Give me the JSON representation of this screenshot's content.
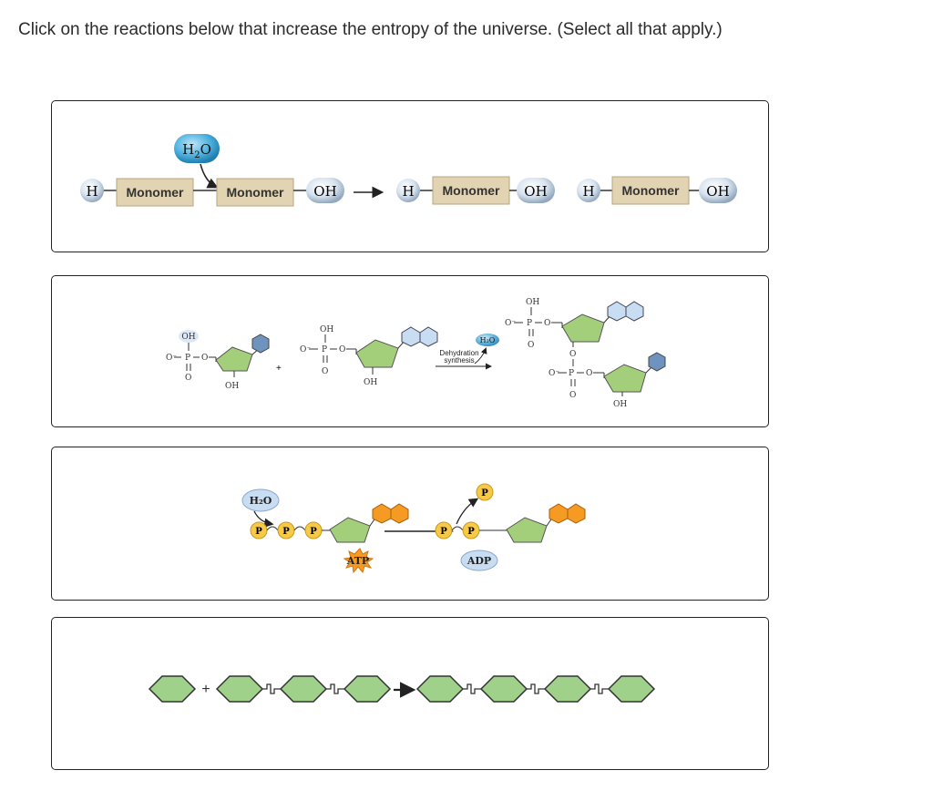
{
  "question": "Click on the reactions below that increase the entropy of the universe. (Select all that apply.)",
  "options": [
    {
      "id": "hydrolysis-of-polymer",
      "water": "H",
      "water_sub": "2",
      "water_o": "O",
      "h": "H",
      "monomer": "Monomer",
      "oh": "OH"
    },
    {
      "id": "dehydration-synthesis-nucleotides",
      "oh": "OH",
      "o_minus": "O⁻",
      "p": "P",
      "o": "O",
      "plus": "+",
      "water": "H₂O",
      "label_line1": "Dehydration",
      "label_line2": "synthesis"
    },
    {
      "id": "atp-hydrolysis",
      "water": "H₂O",
      "p": "P",
      "atp": "ATP",
      "adp": "ADP"
    },
    {
      "id": "polymerization-of-monomers",
      "plus": "+"
    }
  ],
  "colors": {
    "monomer_fill": "#e2d3b2",
    "sphere_fill": "#cfdbe8",
    "water_fill": "#42a8da",
    "sugar_green": "#a3cf7a",
    "base_blue": "#6f93bf",
    "base_light": "#c8dcf2",
    "phosphate_yellow": "#f6c948",
    "atp_orange": "#f59a22",
    "hexagon_green": "#9fd18a"
  }
}
